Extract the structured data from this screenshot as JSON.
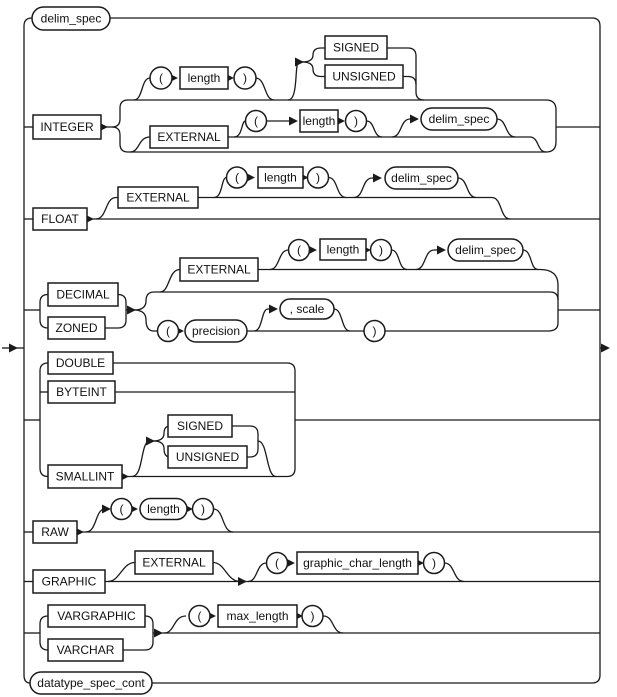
{
  "diagram": {
    "parens": {
      "open": "(",
      "close": ")"
    },
    "nodes": {
      "delim_spec_top": {
        "label": "delim_spec"
      },
      "integer": {
        "label": "INTEGER"
      },
      "length_int_a": {
        "label": "length"
      },
      "signed_int": {
        "label": "SIGNED"
      },
      "unsigned_int": {
        "label": "UNSIGNED"
      },
      "external_int": {
        "label": "EXTERNAL"
      },
      "length_int_b": {
        "label": "length"
      },
      "delim_spec_int": {
        "label": "delim_spec"
      },
      "float": {
        "label": "FLOAT"
      },
      "external_float": {
        "label": "EXTERNAL"
      },
      "length_float": {
        "label": "length"
      },
      "delim_spec_float": {
        "label": "delim_spec"
      },
      "decimal": {
        "label": "DECIMAL"
      },
      "zoned": {
        "label": "ZONED"
      },
      "external_dec": {
        "label": "EXTERNAL"
      },
      "length_dec": {
        "label": "length"
      },
      "delim_spec_dec": {
        "label": "delim_spec"
      },
      "precision": {
        "label": "precision"
      },
      "scale": {
        "label": ", scale"
      },
      "double": {
        "label": "DOUBLE"
      },
      "byteint": {
        "label": "BYTEINT"
      },
      "smallint": {
        "label": "SMALLINT"
      },
      "signed_small": {
        "label": "SIGNED"
      },
      "unsigned_small": {
        "label": "UNSIGNED"
      },
      "raw": {
        "label": "RAW"
      },
      "length_raw": {
        "label": "length"
      },
      "graphic": {
        "label": "GRAPHIC"
      },
      "external_graphic": {
        "label": "EXTERNAL"
      },
      "graphic_char_length": {
        "label": "graphic_char_length"
      },
      "vargraphic": {
        "label": "VARGRAPHIC"
      },
      "varchar": {
        "label": "VARCHAR"
      },
      "max_length": {
        "label": "max_length"
      },
      "datatype_spec_cont": {
        "label": "datatype_spec_cont"
      }
    }
  }
}
